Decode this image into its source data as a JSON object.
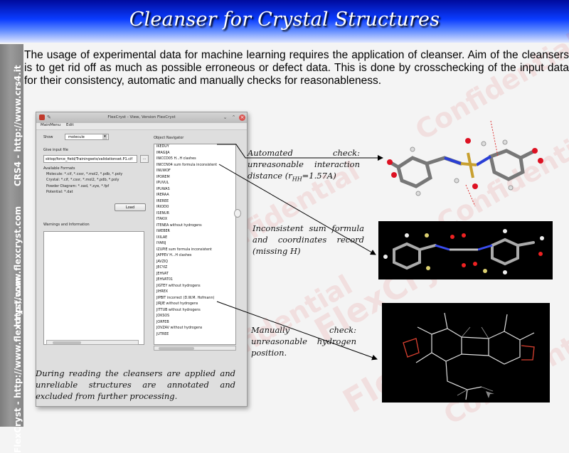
{
  "slide": {
    "title": "Cleanser for Crystal Structures",
    "sidebar_top": "CRS4 - http://www.crs4.it",
    "sidebar_mid": "http://www.flexcryst.com",
    "sidebar_bottom": "FlexCryst - http://www.flexcryst.com",
    "intro": "The usage of experimental data for machine learning requires the application of cleanser. Aim of the cleansers is to get rid off as much as possible erroneous or defect data. This is done by crosschecking of the input data for their consistency, automatic and manually checks for reasonableness.",
    "caption": "During reading the cleansers are applied and unreliable structures are annotated and excluded from further processing."
  },
  "watermarks": {
    "brand": "FlexCryst",
    "confidential": "Confidential"
  },
  "annotations": [
    {
      "text_before": "Automated check: unreasonable interaction distance (r",
      "subscript": "HH",
      "text_after": "=1.57A)"
    },
    {
      "text": "Inconsistent sum formula and coordinates record (missing H)"
    },
    {
      "text": "Manually check: unreasonable hydrogen position."
    }
  ],
  "window": {
    "title": "FlexCryst - View, Version FlexCryst",
    "menu": [
      "MainMenu",
      "Edit"
    ],
    "show_label": "Show",
    "show_value": "molecule",
    "input_label": "Give input file",
    "input_value": "sktop/force_field/Trainingsets/validationset.P1.cif",
    "browse_label": "...",
    "formats_title": "Available Formats",
    "formats": [
      "Molecule: *.cif, *.cssr, *.mol2, *.pdb, *.poly",
      "Crystal: *.cif, *.cssr, *.mol2, *.pdb, *.poly",
      "Powder Diagram: *.xad, *.xye, *.fpf",
      "Potential: *.dat"
    ],
    "load_label": "Load",
    "warnings_label": "Warnings and Information",
    "navigator_label": "Object Navigator",
    "navigator_items": [
      "IKEDUY",
      "IMAGIJA",
      "INICCD05 H...H clashes",
      "INICCN04 sum formula inconsistent",
      "INUWOF",
      "IPOREM",
      "IPUVUL",
      "IPUWAS",
      "IRERAA",
      "IREREE",
      "IRIODO",
      "ISENUR",
      "ITAKIX",
      "ITENEA without hydrogens",
      "IWEBER",
      "IXILAE",
      "IYARIJ",
      "IZUPIE sum formula inconsistent",
      "JAPPEV H...H clashes",
      "JAVZIQ",
      "JECYIZ",
      "JEHVAT",
      "JEHVAT01",
      "JIGTEY without hydrogens",
      "JIHREX",
      "JIPBIT incorrect (D.W.M. Hofmann)",
      "JIRJIE without hydrogens",
      "JITTUB without hydrogens",
      "JOKSOS",
      "JORFEB",
      "JOVZAV without hydrogens",
      "JUTREE"
    ]
  },
  "colors": {
    "banner_dark": "#000a9c",
    "banner_light": "#5a86ff",
    "sidebar": "#8c8c8c",
    "watermark": "#dc2828"
  }
}
